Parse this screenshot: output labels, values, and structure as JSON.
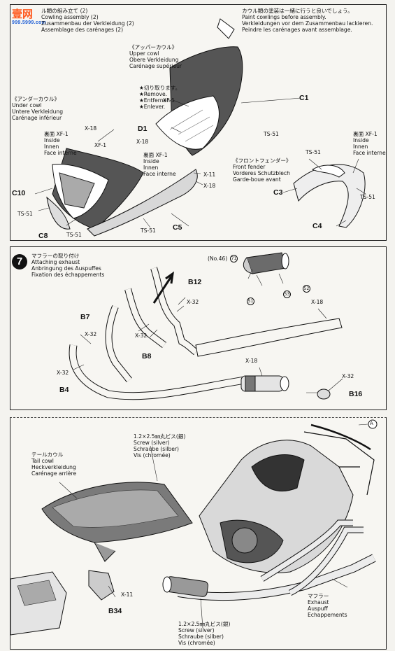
{
  "watermark": {
    "logo_text": "壹网",
    "site_text": "999.5999.com"
  },
  "step6": {
    "heading": [
      "ル類の組み立て (2)",
      "Cowling assembly (2)",
      "Zusammenbau der Verkleidung (2)",
      "Assemblage des carénages (2)"
    ],
    "note": [
      "カウル類の塗装は一緒に行うと良いでしょう。",
      "Paint cowlings before assembly.",
      "Verkleidungen vor dem Zusammenbau lackieren.",
      "Peindre les carénages avant assemblage."
    ],
    "upper_cowl": [
      "《アッパーカウル》",
      "Upper cowl",
      "Obere Verkleidung",
      "Carénage supérieur"
    ],
    "remove": [
      "★切り取ります。",
      "★Remove.",
      "★Entfernen.",
      "★Enlever."
    ],
    "under_cowl": [
      "《アンダーカウル》",
      "Under cowl",
      "Untere Verkleidung",
      "Carénage inférieur"
    ],
    "inside_a": [
      "裏面 XF-1",
      "Inside",
      "Innen",
      "Face interne"
    ],
    "inside_b": [
      "裏面 XF-1",
      "Inside",
      "Innen",
      "Face interne"
    ],
    "inside_c": [
      "裏面 XF-1",
      "Inside",
      "Innen",
      "Face interne"
    ],
    "front_fender": [
      "《フロントフェンダー》",
      "Front fender",
      "Vorderes Schutzblech",
      "Garde-boue avant"
    ],
    "labels": {
      "xf1_upper": "XF-1",
      "c1": "C1",
      "d1": "D1",
      "x18_d1": "X-18",
      "ts51_upper": "TS-51",
      "x18_under": "X-18",
      "xf1_under": "XF-1",
      "c10": "C10",
      "ts51_c10": "TS-51",
      "c8": "C8",
      "ts51_c8": "TS-51",
      "x11": "X-11",
      "x18_c5": "X-18",
      "c5": "C5",
      "ts51_c5": "TS-51",
      "ts51_fender": "TS-51",
      "c3": "C3",
      "ts51_fender2": "TS-51",
      "c4": "C4"
    }
  },
  "step7": {
    "number": "7",
    "heading": [
      "マフラーの取り付け",
      "Attaching exhaust",
      "Anbringung des Auspuffes",
      "Fixation des échappements"
    ],
    "labels": {
      "no46": "(No.46)",
      "p71": "71",
      "p51": "51",
      "p53": "53",
      "p52": "52",
      "b12": "B12",
      "x32_top": "X-32",
      "b7": "B7",
      "x32_b7": "X-32",
      "x32_b8": "X-32",
      "b8": "B8",
      "x32_b4": "X-32",
      "b4": "B4",
      "x18_top": "X-18",
      "x18_mid": "X-18",
      "x32_b16": "X-32",
      "b16": "B16"
    }
  },
  "final": {
    "screw_top": [
      "1.2×2.5㎜丸ビス(銀)",
      "Screw (silver)",
      "Schraube (silber)",
      "Vis (chromée)"
    ],
    "screw_bottom": [
      "1.2×2.5㎜丸ビス(銀)",
      "Screw (silver)",
      "Schraube (silber)",
      "Vis (chromée)"
    ],
    "tail_cowl": [
      "テールカウル",
      "Tail cowl",
      "Heckverkleidung",
      "Carénage arrière"
    ],
    "exhaust": [
      "マフラー",
      "Exhaust",
      "Auspuff",
      "Echappements"
    ],
    "labels": {
      "a_mark": "A",
      "x11": "X-11",
      "b34": "B34"
    }
  }
}
